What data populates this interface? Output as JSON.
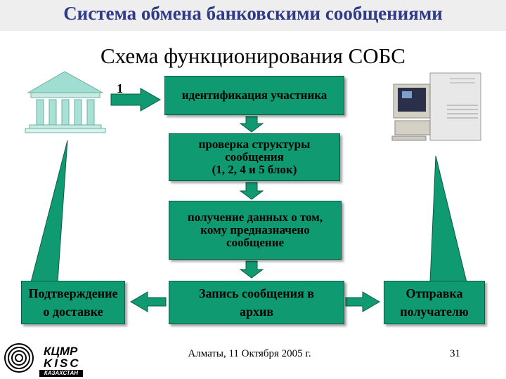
{
  "header": {
    "title": "Система обмена банковскими сообщениями"
  },
  "slide": {
    "title": "Схема функционирования СОБС"
  },
  "diagram": {
    "step_number": "1",
    "box_identification": "идентификация участника",
    "box_structure_check": "проверка структуры\nсообщения\n(1, 2, 4 и 5 блок)",
    "box_recipient_data": "получение данных о том,\nкому предназначено\nсообщение",
    "box_archive": "Запись сообщения в\nархив",
    "box_delivery_confirmation": "Подтверждение\nо доставке",
    "box_send_to_recipient": "Отправка\nполучателю"
  },
  "footer": {
    "logo_line1": "КЦМР",
    "logo_line2": "KISC",
    "logo_line3": "КАЗАХСТАН",
    "date": "Алматы, 11 Октября 2005 г.",
    "page": "31"
  },
  "colors": {
    "box_fill": "#0f9a72",
    "header_text": "#2f3b86",
    "header_band": "#eeeeee"
  }
}
